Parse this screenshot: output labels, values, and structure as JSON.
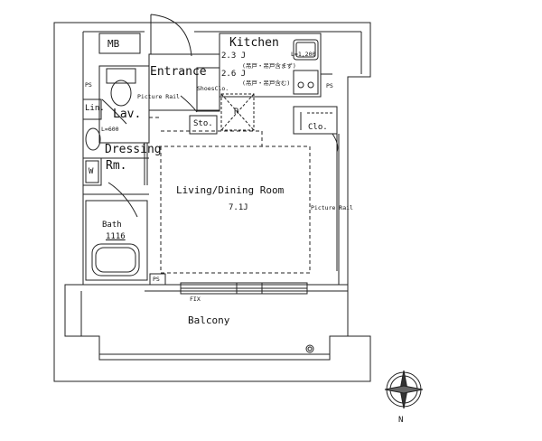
{
  "rooms": {
    "mb": "MB",
    "kitchen": "Kitchen",
    "kitchen_size_1": "2.3 J",
    "kitchen_size_2": "2.6 J",
    "kitchen_note_1": "(吊戸・吊戸含まず)",
    "kitchen_note_2": "(吊戸・吊戸含む)",
    "counter_length": "L=1,200",
    "entrance": "Entrance",
    "picture_rail_left": "Picture Rail",
    "shoes_closet": "ShoesClo.",
    "refrigerator": "R",
    "storage": "Sto.",
    "closet": "Clo.",
    "lavatory": "Lav.",
    "linen": "Lin.",
    "lav_counter": "L=600",
    "dressing_1": "Dressing",
    "dressing_2": "Rm.",
    "washer": "W",
    "living_dining": "Living/Dining Room",
    "living_size": "7.1J",
    "picture_rail_right": "Picture Rail",
    "bath": "Bath",
    "bath_size": "1116",
    "ps_top_left": "PS",
    "ps_top_right": "PS",
    "ps_bottom": "PS",
    "fix": "FIX",
    "balcony": "Balcony"
  },
  "compass": {
    "north": "N"
  }
}
